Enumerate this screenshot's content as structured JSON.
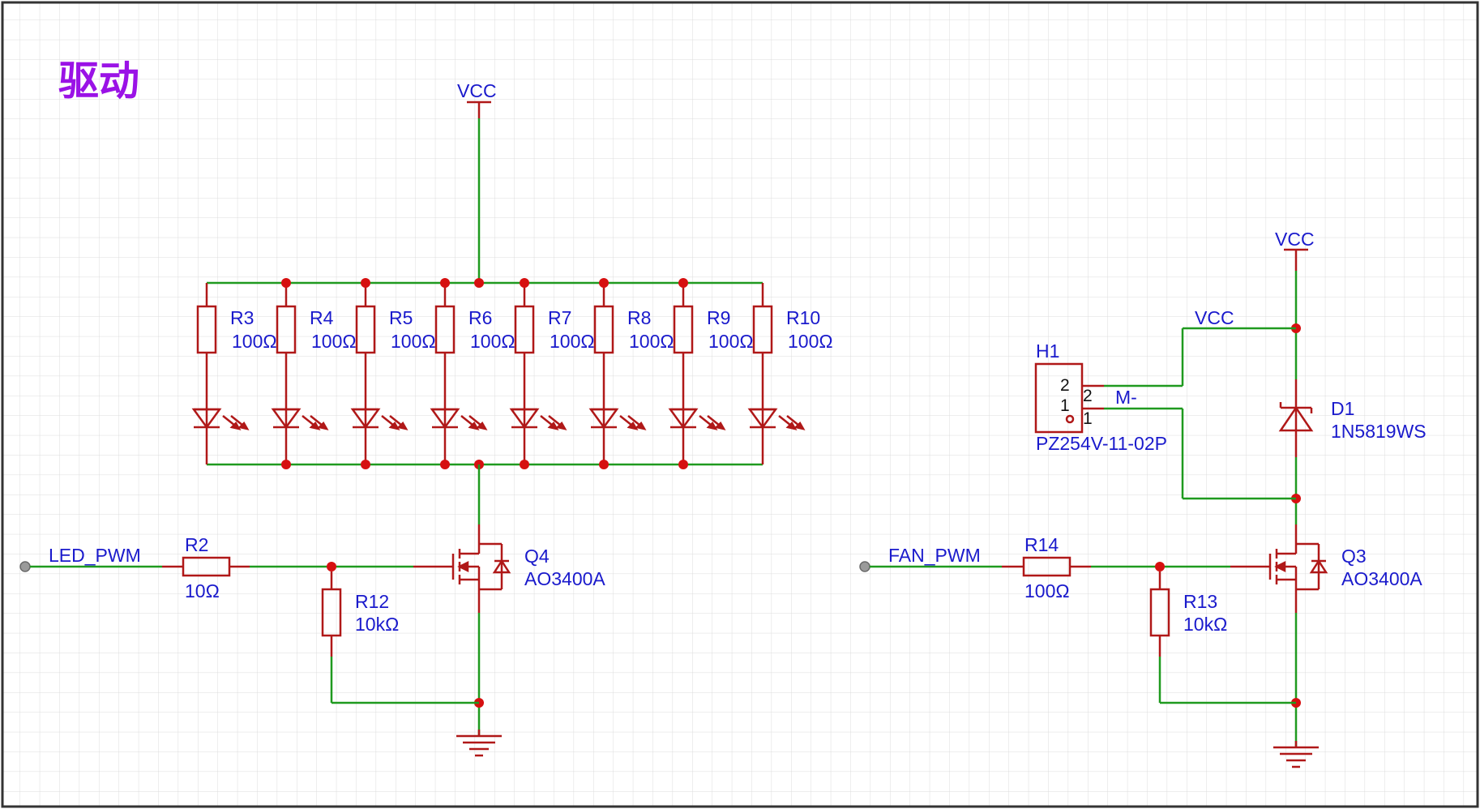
{
  "sheet": {
    "title": "驱动"
  },
  "labels": {
    "vcc": "VCC",
    "led_pwm": "LED_PWM",
    "fan_pwm": "FAN_PWM",
    "m_minus": "M-"
  },
  "led_resistors": [
    {
      "ref": "R3",
      "value": "100Ω"
    },
    {
      "ref": "R4",
      "value": "100Ω"
    },
    {
      "ref": "R5",
      "value": "100Ω"
    },
    {
      "ref": "R6",
      "value": "100Ω"
    },
    {
      "ref": "R7",
      "value": "100Ω"
    },
    {
      "ref": "R8",
      "value": "100Ω"
    },
    {
      "ref": "R9",
      "value": "100Ω"
    },
    {
      "ref": "R10",
      "value": "100Ω"
    }
  ],
  "components": {
    "r2": {
      "ref": "R2",
      "value": "10Ω"
    },
    "r12": {
      "ref": "R12",
      "value": "10kΩ"
    },
    "q4": {
      "ref": "Q4",
      "value": "AO3400A"
    },
    "r14": {
      "ref": "R14",
      "value": "100Ω"
    },
    "r13": {
      "ref": "R13",
      "value": "10kΩ"
    },
    "q3": {
      "ref": "Q3",
      "value": "AO3400A"
    },
    "d1": {
      "ref": "D1",
      "value": "1N5819WS"
    },
    "h1": {
      "ref": "H1",
      "value": "PZ254V-11-02P",
      "pins": [
        "2",
        "1"
      ],
      "pin_numbers": [
        "2",
        "1"
      ]
    }
  },
  "colors": {
    "wire": "#1f9a1f",
    "component": "#b01818",
    "label": "#1a1acc",
    "junction": "#d61010",
    "title": "#9a12e6",
    "grid": "#dcdcdc"
  }
}
